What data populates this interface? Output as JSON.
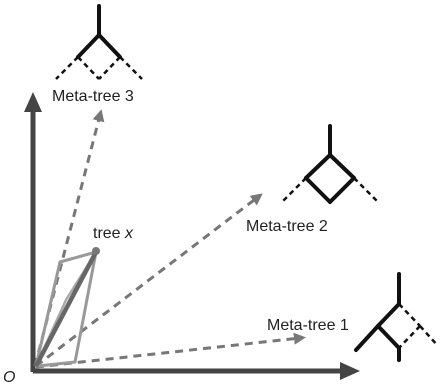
{
  "origin_label": "O",
  "point_label": {
    "text": "tree ",
    "var": "x"
  },
  "meta_trees": [
    {
      "label": "Meta-tree 1"
    },
    {
      "label": "Meta-tree 2"
    },
    {
      "label": "Meta-tree 3"
    }
  ],
  "colors": {
    "axis": "#444444",
    "dashed": "#777777",
    "tree_solid": "#111111",
    "path_dark": "#666666",
    "path_light": "#999999"
  }
}
